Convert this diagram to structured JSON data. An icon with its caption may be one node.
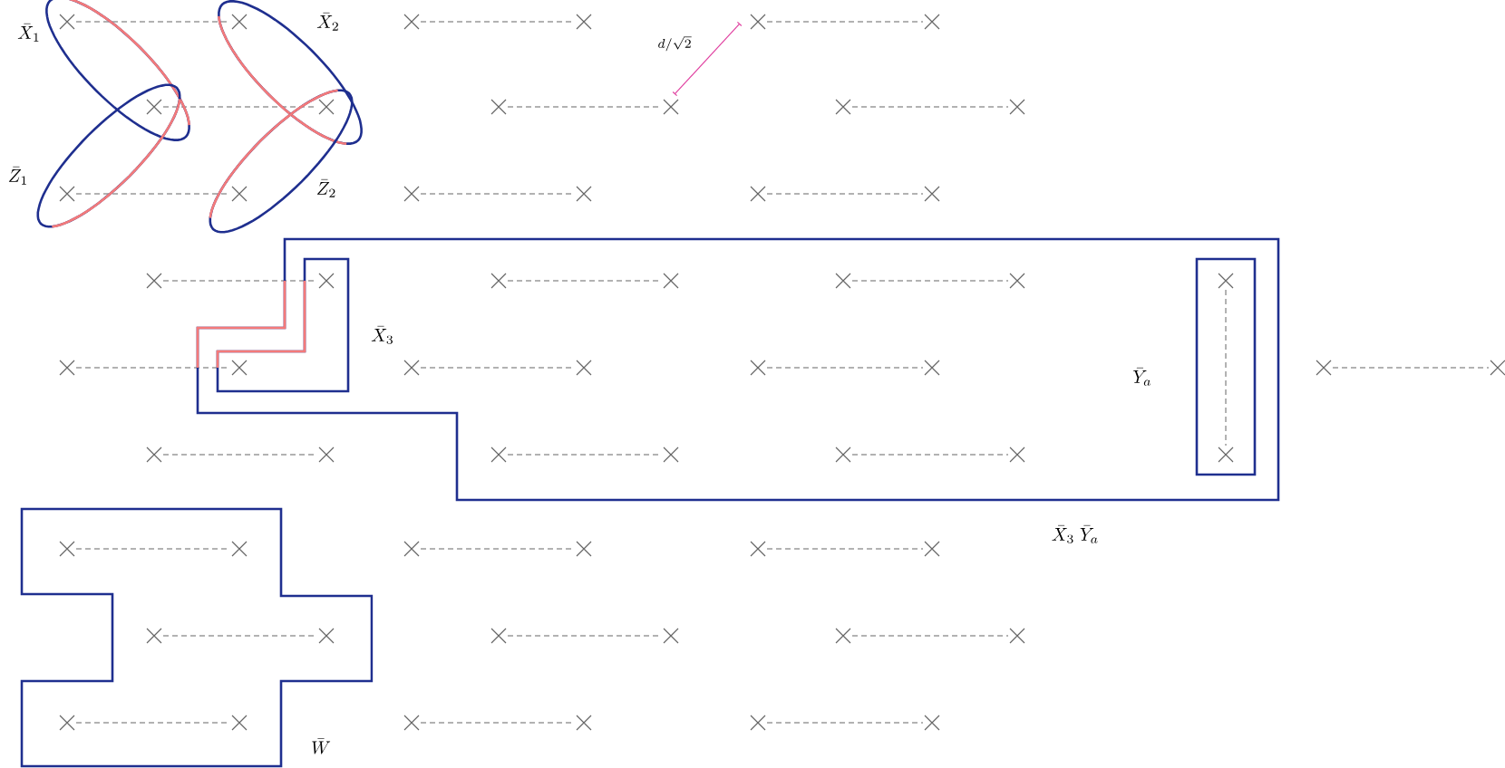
{
  "diagram": {
    "labels": [
      "\\bar{X}_1",
      "\\bar{X}_2",
      "d/\\sqrt{2}",
      "\\bar{Z}_1",
      "\\bar{Z}_2",
      "\\bar{X}_3",
      "\\bar{Y}_a",
      "\\bar{X}_3\\;\\bar{Y}_a",
      "\\bar{W}"
    ]
  }
}
